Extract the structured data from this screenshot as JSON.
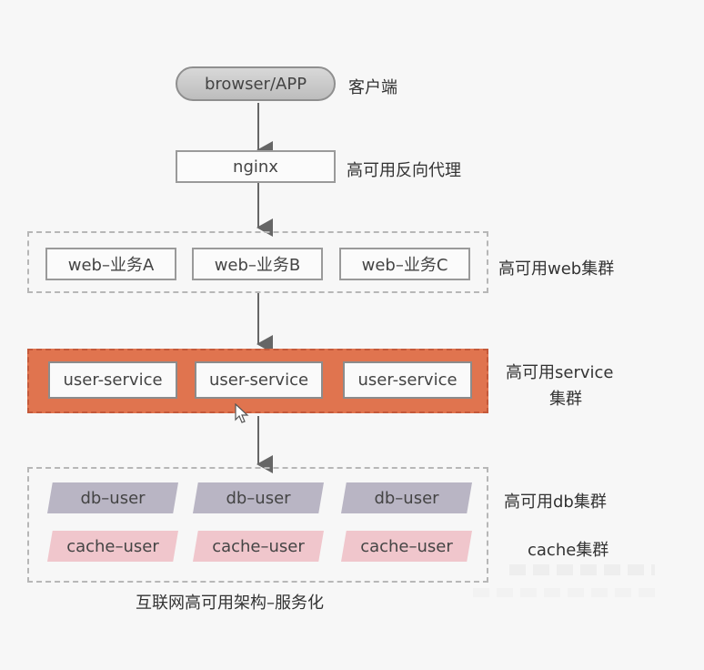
{
  "client": {
    "node": "browser/APP",
    "label": "客户端"
  },
  "proxy": {
    "node": "nginx",
    "label": "高可用反向代理"
  },
  "web_cluster": {
    "nodes": [
      "web–业务A",
      "web–业务B",
      "web–业务C"
    ],
    "label": "高可用web集群"
  },
  "service_cluster": {
    "nodes": [
      "user-service",
      "user-service",
      "user-service"
    ],
    "label_line1": "高可用service",
    "label_line2": "集群"
  },
  "db_cluster": {
    "nodes": [
      "db–user",
      "db–user",
      "db–user"
    ],
    "label": "高可用db集群"
  },
  "cache_cluster": {
    "nodes": [
      "cache–user",
      "cache–user",
      "cache–user"
    ],
    "label": "cache集群"
  },
  "caption": "互联网高可用架构–服务化",
  "colors": {
    "service_band": "#e0744f",
    "db_tag": "#b9b5c4",
    "cache_tag": "#f0c6cc"
  }
}
